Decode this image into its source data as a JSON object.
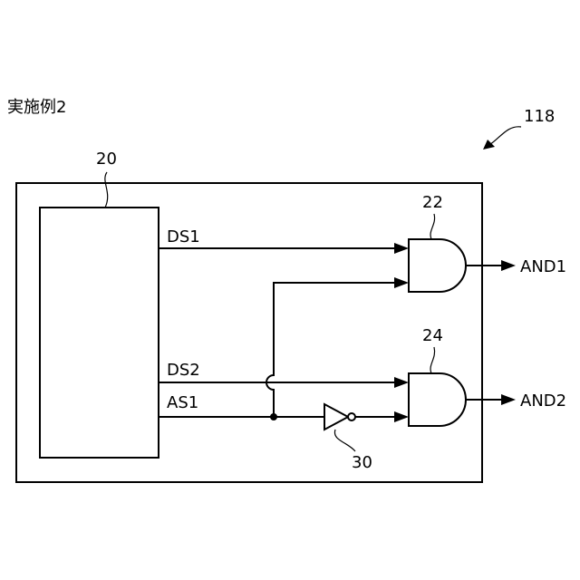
{
  "heading": "実施例2",
  "refs": {
    "figure": "118",
    "block": "20",
    "gate_top": "22",
    "gate_bottom": "24",
    "inverter": "30"
  },
  "signals": {
    "ds1": "DS1",
    "ds2": "DS2",
    "as1": "AS1"
  },
  "outputs": {
    "and1": "AND1",
    "and2": "AND2"
  }
}
